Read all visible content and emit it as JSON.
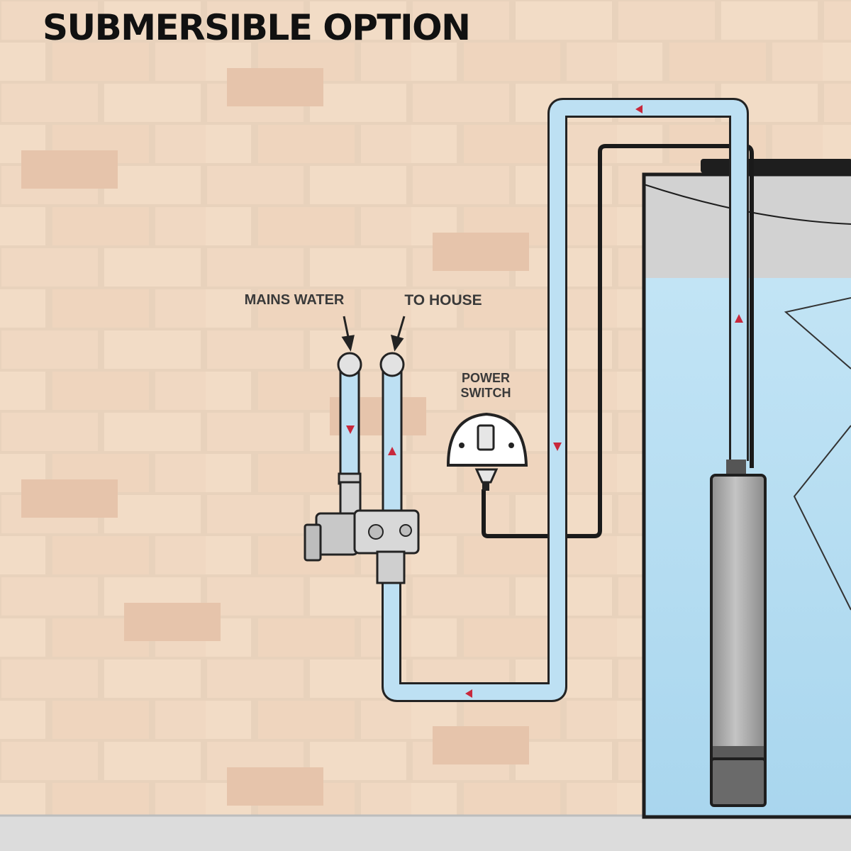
{
  "title": "SUBMERSIBLE OPTION",
  "labels": {
    "mains_water": "MAINS WATER",
    "to_house": "TO HOUSE",
    "power_line1": "POWER",
    "power_line2": "SWITCH"
  },
  "colors": {
    "brick_mortar": "#e8d2bc",
    "brick": "#f0d8c2",
    "brick_dark": "#e4bfa6",
    "pipe_water": "#bde0f3",
    "pipe_outline": "#232323",
    "flow_arrow": "#c8283c",
    "tank_water": "#b8dff2",
    "tank_empty": "#d2d2d2",
    "pump_body": "#a9a9a9",
    "ground": "#dcdcdc"
  },
  "icons": {
    "flow": "red-triangle-arrow",
    "pump": "grey-cylinder-submersible-pump",
    "switch": "white-wall-power-switch"
  }
}
